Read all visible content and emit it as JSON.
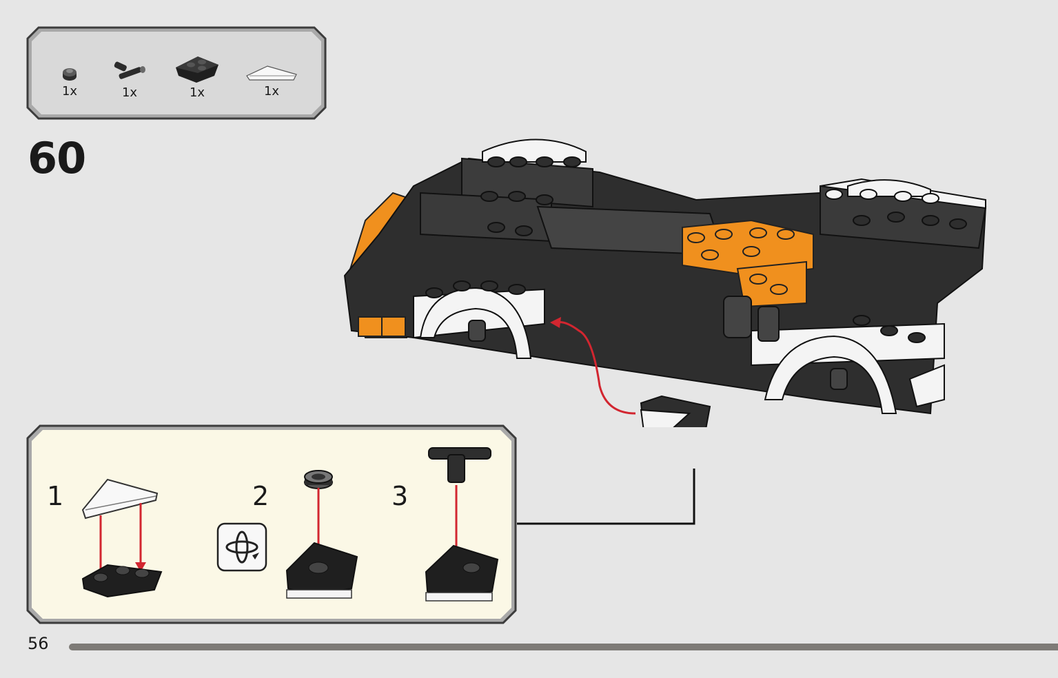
{
  "parts_list": {
    "items": [
      {
        "name": "round-plate-1x1",
        "qty": "1x",
        "color": "#3a3a3a"
      },
      {
        "name": "bar-holder-with-clip",
        "qty": "1x",
        "color": "#2b2b2b"
      },
      {
        "name": "wedge-plate-2x2",
        "qty": "1x",
        "color": "#2b2b2b"
      },
      {
        "name": "tile-wedge-white",
        "qty": "1x",
        "color": "#f4f4f4"
      }
    ]
  },
  "step": {
    "number": "60"
  },
  "sub_assembly": {
    "steps": [
      {
        "number": "1"
      },
      {
        "number": "2",
        "icon": "rotate-model-icon"
      },
      {
        "number": "3"
      }
    ],
    "background": "#fbf8e6"
  },
  "colors": {
    "accent_orange": "#f0901e",
    "arrow_red": "#d22630",
    "brick_black": "#2e2e2e"
  },
  "footer": {
    "page_number": "56"
  }
}
